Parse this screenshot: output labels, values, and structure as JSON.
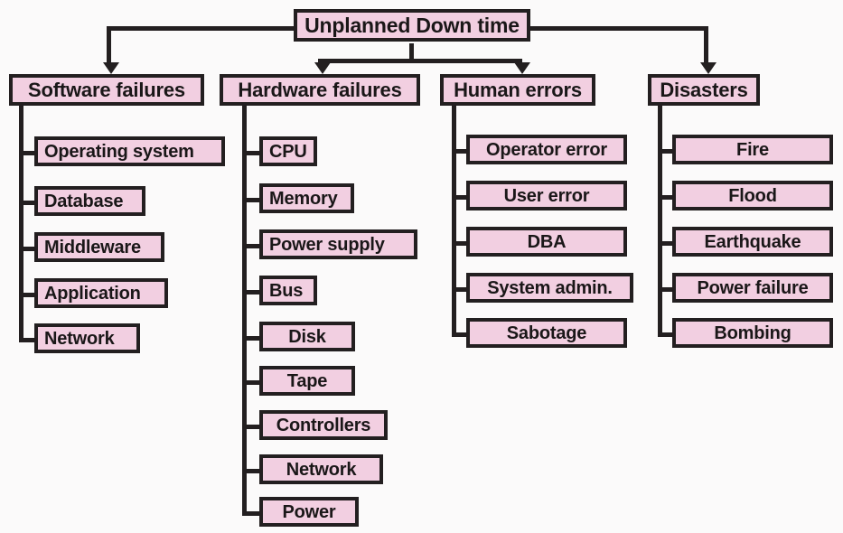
{
  "diagram": {
    "title": "Unplanned Down time",
    "root": {
      "label": "Unplanned Down time"
    },
    "branches": [
      {
        "label": "Software failures",
        "children": [
          {
            "label": "Operating system"
          },
          {
            "label": "Database"
          },
          {
            "label": "Middleware"
          },
          {
            "label": "Application"
          },
          {
            "label": "Network"
          }
        ]
      },
      {
        "label": "Hardware failures",
        "children": [
          {
            "label": "CPU"
          },
          {
            "label": "Memory"
          },
          {
            "label": "Power supply"
          },
          {
            "label": "Bus"
          },
          {
            "label": "Disk"
          },
          {
            "label": "Tape"
          },
          {
            "label": "Controllers"
          },
          {
            "label": "Network"
          },
          {
            "label": "Power"
          }
        ]
      },
      {
        "label": "Human errors",
        "children": [
          {
            "label": "Operator error"
          },
          {
            "label": "User error"
          },
          {
            "label": "DBA"
          },
          {
            "label": "System admin."
          },
          {
            "label": "Sabotage"
          }
        ]
      },
      {
        "label": "Disasters",
        "children": [
          {
            "label": "Fire"
          },
          {
            "label": "Flood"
          },
          {
            "label": "Earthquake"
          },
          {
            "label": "Power failure"
          },
          {
            "label": "Bombing"
          }
        ]
      }
    ],
    "colors": {
      "node_fill": "#f2cfe1",
      "node_border": "#231f20",
      "connector": "#231f20",
      "background": "#fbfafa",
      "text": "#1a1718"
    }
  }
}
